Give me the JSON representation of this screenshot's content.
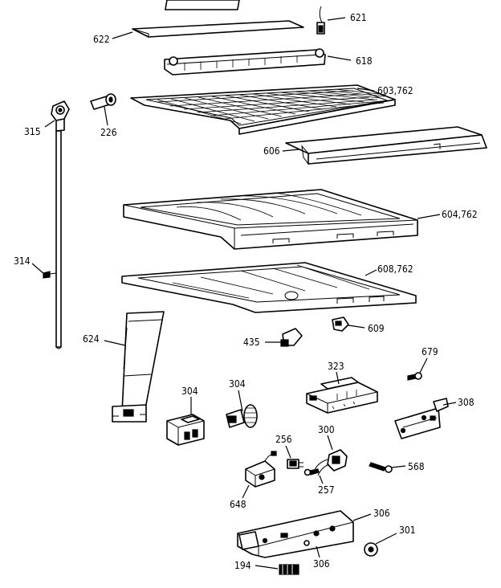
{
  "callouts": {
    "c621": "621",
    "c622": "622",
    "c618": "618",
    "c603": "603,762",
    "c315": "315",
    "c226": "226",
    "c606": "606",
    "c604": "604,762",
    "c314": "314",
    "c608": "608,762",
    "c624": "624",
    "c435": "435",
    "c609": "609",
    "c679": "679",
    "c323": "323",
    "c304a": "304",
    "c304b": "304",
    "c308": "308",
    "c256": "256",
    "c300": "300",
    "c568": "568",
    "c257": "257",
    "c648": "648",
    "c306a": "306",
    "c301": "301",
    "c194": "194",
    "c306b": "306"
  }
}
